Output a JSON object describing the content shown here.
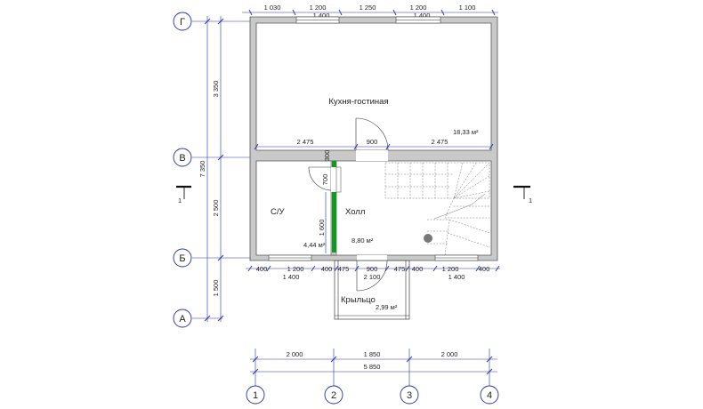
{
  "rooms": {
    "kitchen": {
      "name": "Кухня-гостиная",
      "area": "18,33 м²"
    },
    "hall": {
      "name": "Холл",
      "area": "8,80 м²"
    },
    "bathroom": {
      "name": "С/У",
      "area": "4,44 м²"
    },
    "porch": {
      "name": "Крыльцо",
      "area": "2,99 м²"
    }
  },
  "axes": {
    "rows": [
      "Г",
      "В",
      "Б",
      "А"
    ],
    "cols": [
      "1",
      "2",
      "3",
      "4"
    ]
  },
  "section_marks": {
    "left": "1",
    "right": "1"
  },
  "dims": {
    "top_row1": [
      "1 030",
      "1 200",
      "1 250",
      "1 200",
      "1 100"
    ],
    "top_row2": [
      "1 400",
      "1 400"
    ],
    "left_segments": [
      "3 350",
      "2 500",
      "1 500"
    ],
    "left_total": "7 350",
    "mid_wall": [
      "2 475",
      "900",
      "2 475"
    ],
    "mid_wall_thickness": "300",
    "bath_door": "700",
    "bath_wall": "1 600",
    "bottom_row1": [
      "400",
      "1 200",
      "400",
      "475",
      "900",
      "475",
      "400",
      "1 200",
      "400"
    ],
    "bottom_row2": [
      "1 400",
      "2 100",
      "1 400"
    ],
    "col_spans": [
      "2 000",
      "1 850",
      "2 000"
    ],
    "col_total": "5 850"
  },
  "colors": {
    "dimension": "#2233aa",
    "wall_fill": "#c9c9c9",
    "partition_accent": "#0f9a1f",
    "column": "#777777"
  }
}
